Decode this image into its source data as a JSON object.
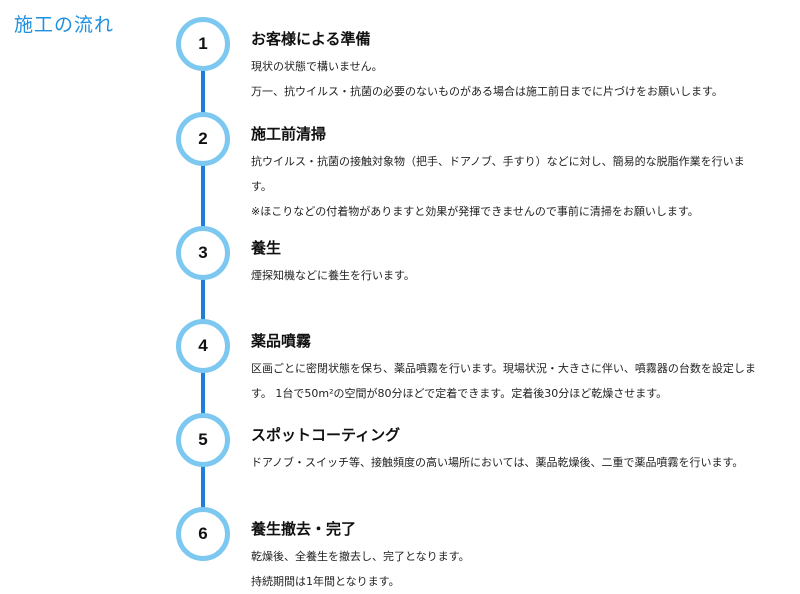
{
  "page": {
    "title": "施工の流れ"
  },
  "steps": [
    {
      "number": "1",
      "title": "お客様による準備",
      "lines": [
        "現状の状態で構いません。",
        "万一、抗ウイルス・抗菌の必要のないものがある場合は施工前日までに片づけをお願いします。"
      ]
    },
    {
      "number": "2",
      "title": "施工前清掃",
      "lines": [
        "抗ウイルス・抗菌の接触対象物（把手、ドアノブ、手すり）などに対し、簡易的な脱脂作業を行いま",
        "す。",
        "※ほこりなどの付着物がありますと効果が発揮できませんので事前に清掃をお願いします。"
      ]
    },
    {
      "number": "3",
      "title": "養生",
      "lines": [
        "煙探知機などに養生を行います。"
      ]
    },
    {
      "number": "4",
      "title": "薬品噴霧",
      "lines": [
        "区画ごとに密閉状態を保ち、薬品噴霧を行います。現場状況・大きさに伴い、噴霧器の台数を設定しま",
        "す。 1台で50m²の空間が80分ほどで定着できます。定着後30分ほど乾燥させます。"
      ]
    },
    {
      "number": "5",
      "title": "スポットコーティング",
      "lines": [
        "ドアノブ・スイッチ等、接触頻度の高い場所においては、薬品乾燥後、二重で薬品噴霧を行います。"
      ]
    },
    {
      "number": "6",
      "title": "養生撤去・完了",
      "lines": [
        "乾燥後、全養生を撤去し、完了となります。",
        "持続期間は1年間となります。"
      ]
    }
  ]
}
